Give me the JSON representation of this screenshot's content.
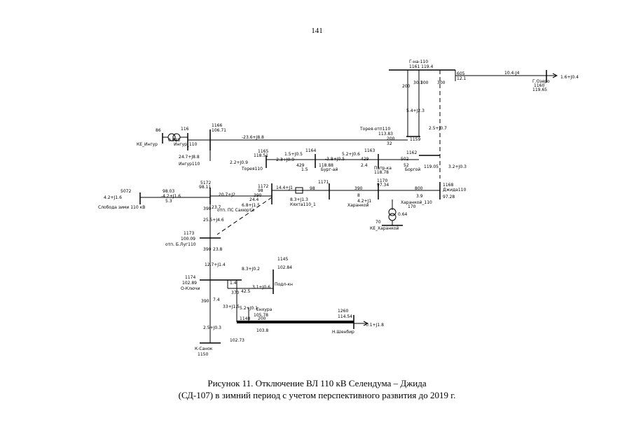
{
  "page_number": "141",
  "caption": {
    "line1": "Рисунок 11. Отключение ВЛ 110 кВ Селендума –  Джида",
    "line2": "(СД-107) в зимний период с учетом перспективного развития до 2019 г."
  },
  "labels": {
    "gusinoozersk_top": "Г-на-110",
    "gusinoozersk_vals": "1161  119.4",
    "g_ozero": "Г.Озеро",
    "g_ozero_num": "1160",
    "g_ozero_v": "119.65",
    "flow_1_6": "1.6+J0.4",
    "flow_10_4": "10.4-J4",
    "val_605": "605",
    "val_12_1": "12.1",
    "v200a": "200",
    "v30_1": "30.1",
    "v300a": "300",
    "v300b": "300",
    "n1166": "1166",
    "v106_71": "106.71",
    "n116": "116",
    "ingur_110": "Ингур_110",
    "ingur_vals": "0.985",
    "v86": "86",
    "ke_ingur": "КЕ_Ингур",
    "flow_23_6": "-23.6+J8.8",
    "flow_24_7": "24.7+J8.8",
    "ingur110": "Ингур110",
    "toreya_otp": "Торея-отп110",
    "v113_83": "113.83",
    "v200b": "200",
    "v32": "32",
    "n1159": "1159",
    "flow_5_4": "5.4+J2.3",
    "flow_2_5": "2.5+J0.7",
    "n1165": "1165",
    "v118_51": "118.51",
    "flow_2_2": "2.2+J0.9",
    "toreya110": "Торея110",
    "flow_2_3": "-2.3+J0.9",
    "v429a": "429",
    "v1_5a": "1.5",
    "flow_1_5": "1.5+J0.5",
    "n1164": "1164",
    "flow_3_8": "-3.8+J0.5",
    "v118_88": "118.88",
    "burg_ai": "Бург-ай",
    "n1163": "1163",
    "flow_5_2": "5.2+J0.6",
    "v429b": "429",
    "v2_4": "2.4",
    "patr_ka": "Патр-ка",
    "v118_78": "118.78",
    "n1162": "1162",
    "v502": "502",
    "v52": "52",
    "borgoy": "Боргой",
    "v119_05": "119.05",
    "flow_3_2": "3.2+J0.3",
    "n1168": "1168",
    "dzhida110": "Джида110",
    "v97_28": "97.28",
    "v800": "800",
    "v3_9": "3.9",
    "n1170": "1170",
    "v97_34": "97.34",
    "v390a": "390",
    "v8": "8",
    "karanok": "Харанкой",
    "flow_4_2": "4.2+J1",
    "karanok_110": "Харанкой_110",
    "v170": "170",
    "v0_64": "0.64",
    "v70": "70",
    "ke_karanok": "КЕ_Харанкой",
    "n1171": "1171",
    "v98a": "98",
    "flow_14_4": "14.4+J1",
    "flow_8_3": "8.3+J1.3",
    "kyakhta": "Кяхта110_1",
    "n1172": "1172",
    "v98b": "98",
    "flow_20_7": "20.7+J2",
    "v390b": "390",
    "flow_24_4": "24.4",
    "flow_6_8": "6.8+J1.5",
    "otp_ps": "отп. ПС Сахюрта",
    "n5172": "5172",
    "v98_11": "98.11",
    "n5072": "5072",
    "v98_03": "98.03",
    "flow_4_2b": "4.2+J1.6",
    "flow_4_2c": "-4.2+J1.6",
    "v5_3": "5.3",
    "sloboda": "Слобода зими 110 кВ",
    "v23_7": "23.7",
    "v390c": "390",
    "flow_25_5": "25.5+J4.6",
    "n1173": "1173",
    "v100_09": "100.09",
    "otp_b_lug": "отп. Б.Луг110",
    "v390d": "390",
    "v23_8": "23.8",
    "n1145": "1145",
    "flow_8_3b": "8.3+J0.2",
    "v102_84": "102.84",
    "podl_kn": "Подл-кн",
    "n1174": "1174",
    "v102_89": "102.89",
    "o_klyuch": "О-Ключи",
    "flow_12_7": "12.7+J1.4",
    "v1_4": "1.4",
    "v370": "370",
    "v42_5": "42.5",
    "flow_3_1": "3.1+J0.6",
    "flow_33_1": "33+J1.5",
    "v7_4": "7.4",
    "v390e": "390",
    "flow_5_2b": "5.2+J0.1",
    "enhor": "Енхура",
    "v105_78": "105.78",
    "n1148": "1148",
    "v200c": "200",
    "v103_8": "103.8",
    "n1260": "1260",
    "v114_54": "114.54",
    "n_shen": "Н.Шенбир",
    "flow_0_1": "0.1+J1.8",
    "flow_2_5b": "2.5+J0.3",
    "v102_73": "102.73",
    "k_sanok": "К-Санок",
    "n1150": "1150"
  }
}
